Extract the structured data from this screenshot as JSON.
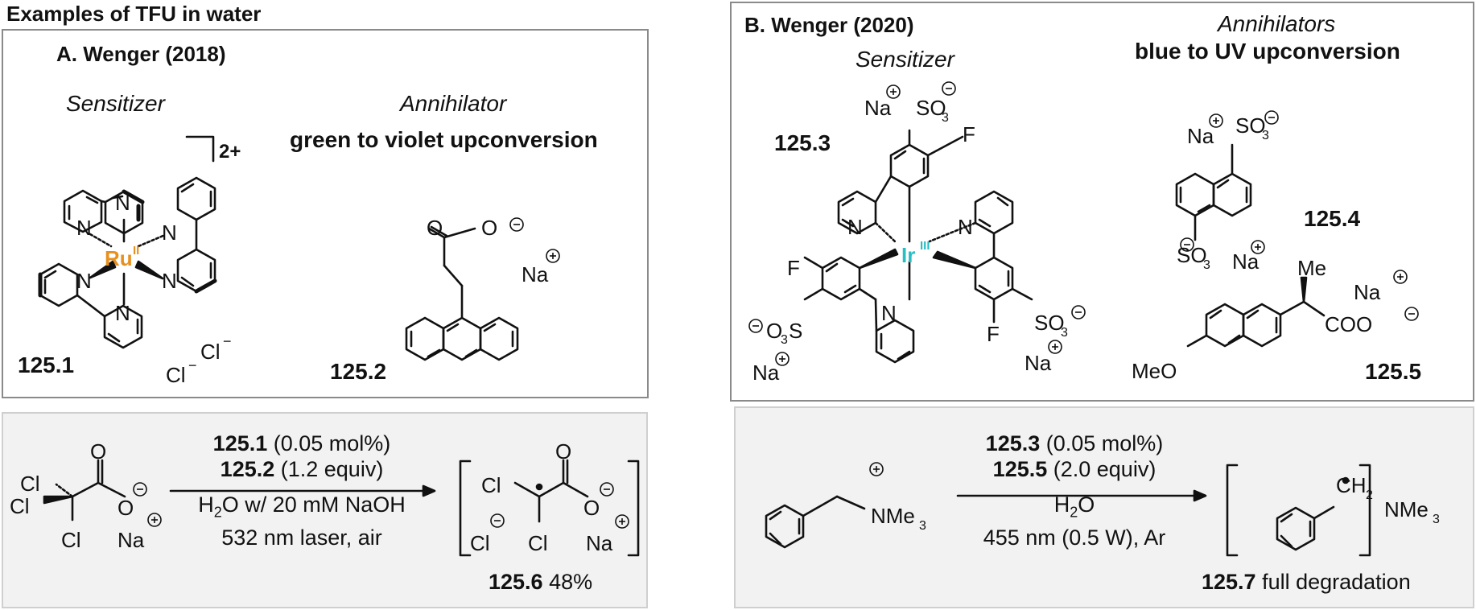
{
  "main_title": "Examples of TFU in water",
  "panel_a": {
    "header": "A. Wenger (2018)",
    "sensitizer_label": "Sensitizer",
    "annihilator_label": "Annihilator",
    "subtitle": "green to violet upconversion",
    "compound_1": "125.1",
    "compound_2": "125.2",
    "charge": "2+",
    "metal": "Ru",
    "metal_ox": "II",
    "chloride_1": "Cl",
    "chloride_2": "Cl",
    "sodium": "Na"
  },
  "panel_b": {
    "header": "B. Wenger (2020)",
    "sensitizer_label": "Sensitizer",
    "annihilator_label": "Annihilators",
    "subtitle": "blue to UV upconversion",
    "compound_3": "125.3",
    "compound_4": "125.4",
    "compound_5": "125.5",
    "metal": "Ir",
    "metal_ox": "III",
    "methoxy": "MeO",
    "methyl": "Me",
    "carboxylate": "COO"
  },
  "reaction_a": {
    "cond_line1_cmpd": "125.1",
    "cond_line1_rest": " (0.05 mol%)",
    "cond_line2_cmpd": "125.2",
    "cond_line2_rest": " (1.2 equiv)",
    "cond_line3": "H2O w/ 20 mM NaOH",
    "cond_line4": "532 nm laser, air",
    "product_cmpd": "125.6",
    "product_yield": " 48%"
  },
  "reaction_b": {
    "cond_line1_cmpd": "125.3",
    "cond_line1_rest": " (0.05 mol%)",
    "cond_line2_cmpd": "125.5",
    "cond_line2_rest": " (2.0 equiv)",
    "cond_line3": "H2O",
    "cond_line4": "455 nm (0.5 W), Ar",
    "reactant_group": "NMe3",
    "byproduct": "NMe3",
    "radical_group": "CH2",
    "product_cmpd": "125.7",
    "product_note": " full degradation"
  },
  "colors": {
    "ruthenium": "#e8901e",
    "iridium": "#2bbdc4",
    "panel_border": "#8a8a8a",
    "scheme_bg": "#f2f2f2"
  }
}
